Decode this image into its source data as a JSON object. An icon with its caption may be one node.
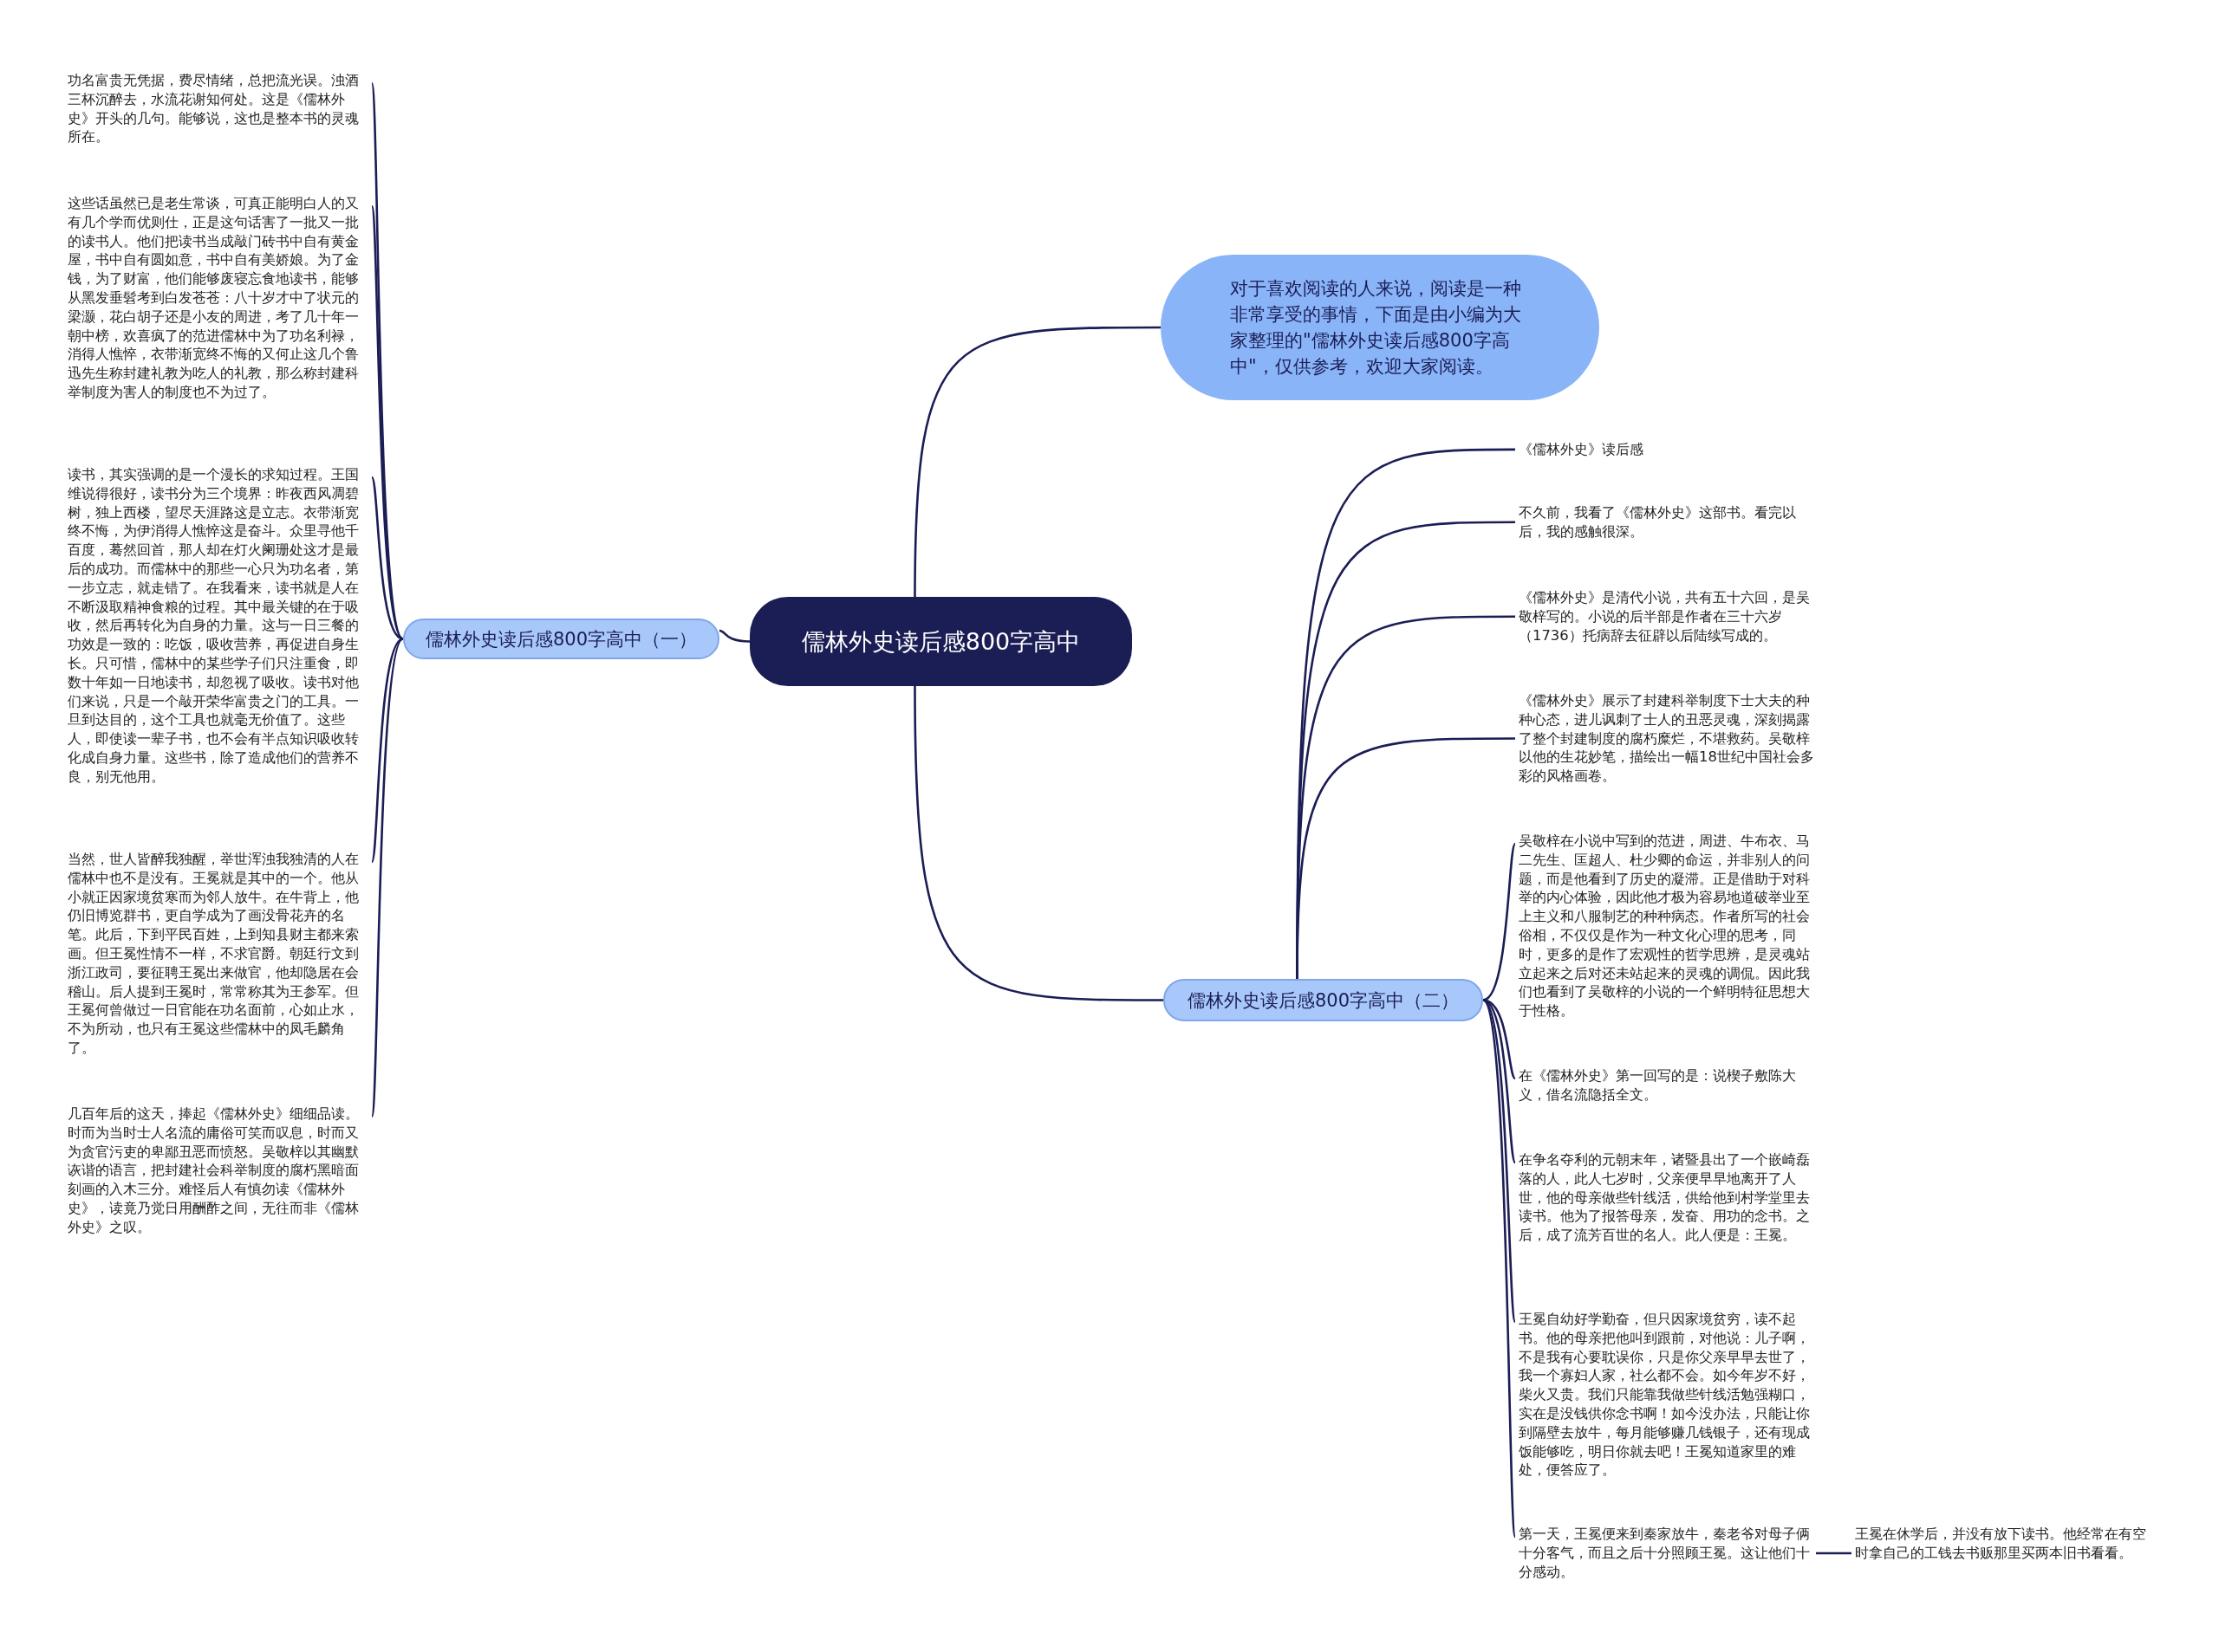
{
  "diagram": {
    "nodes": [
      {
        "text": [
          "儒林外史读后感800字高中"
        ]
      },
      {
        "text": [
          "对于喜欢阅读的人来说，阅读是一种非常享受的事情，下面是由小编为大家整理的\"儒林外史读后感800字高中\"，仅供参考，欢迎大家阅读。"
        ]
      },
      {
        "text": [
          "儒林外史读后感800字高中（一）"
        ]
      },
      {
        "text": [
          "功名富贵无凭据，费尽情绪，总把流光误。浊酒三杯沉醉去，水流花谢知何处。这是《儒林外史》开头的几句。能够说，这也是整本书的灵魂所在。"
        ]
      },
      {
        "text": [
          "这些话虽然已是老生常谈，可真正能明白人的又有几个学而优则仕，正是这句话害了一批又一批的读书人。他们把读书当成敲门砖书中自有黄金屋，书中自有圆如意，书中自有美娇娘。为了金钱，为了财富，他们能够废寝忘食地读书，能够从黑发垂髫考到白发苍苍：八十岁才中了状元的梁灏，花白胡子还是小友的周进，考了几十年一朝中榜，欢喜疯了的范进儒林中为了功名利禄，消得人憔悴，衣带渐宽终不悔的又何止这几个鲁迅先生称封建礼教为吃人的礼教，那么称封建科举制度为害人的制度也不为过了。"
        ]
      },
      {
        "text": [
          "读书，其实强调的是一个漫长的求知过程。王国维说得很好，读书分为三个境界：昨夜西风凋碧树，独上西楼，望尽天涯路这是立志。衣带渐宽终不悔，为伊消得人憔悴这是奋斗。众里寻他千百度，蓦然回首，那人却在灯火阑珊处这才是最后的成功。而儒林中的那些一心只为功名者，第一步立志，就走错了。在我看来，读书就是人在不断汲取精神食粮的过程。其中最关键的在于吸收，然后再转化为自身的力量。这与一日三餐的功效是一致的：吃饭，吸收营养，再促进自身生长。只可惜，儒林中的某些学子们只注重食，即数十年如一日地读书，却忽视了吸收。读书对他们来说，只是一个敲开荣华富贵之门的工具。一旦到达目的，这个工具也就毫无价值了。这些人，即使读一辈子书，也不会有半点知识吸收转化成自身力量。这些书，除了造成他们的营养不良，别无他用。"
        ]
      },
      {
        "text": [
          "当然，世人皆醉我独醒，举世浑浊我独清的人在儒林中也不是没有。王冕就是其中的一个。他从小就正因家境贫寒而为邻人放牛。在牛背上，他仍旧博览群书，更自学成为了画没骨花卉的名笔。此后，下到平民百姓，上到知县财主都来索画。但王冕性情不一样，不求官爵。朝廷行文到浙江政司，要征聘王冕出来做官，他却隐居在会稽山。后人提到王冕时，常常称其为王参军。但王冕何曾做过一日官能在功名面前，心如止水，不为所动，也只有王冕这些儒林中的凤毛麟角了。"
        ]
      },
      {
        "text": [
          "几百年后的这天，捧起《儒林外史》细细品读。时而为当时士人名流的庸俗可笑而叹息，时而又为贪官污吏的卑鄙丑恶而愤怒。吴敬梓以其幽默诙谐的语言，把封建社会科举制度的腐朽黑暗面刻画的入木三分。难怪后人有慎勿读《儒林外史》，读竟乃觉日用酬酢之间，无往而非《儒林外史》之叹。"
        ]
      },
      {
        "text": [
          "儒林外史读后感800字高中（二）"
        ]
      },
      {
        "text": [
          "《儒林外史》读后感"
        ]
      },
      {
        "text": [
          "不久前，我看了《儒林外史》这部书。看完以后，我的感触很深。"
        ]
      },
      {
        "text": [
          "《儒林外史》是清代小说，共有五十六回，是吴敬梓写的。小说的后半部是作者在三十六岁（1736）托病辞去征辟以后陆续写成的。"
        ]
      },
      {
        "text": [
          "《儒林外史》展示了封建科举制度下士大夫的种种心态，进儿讽刺了士人的丑恶灵魂，深刻揭露了整个封建制度的腐朽糜烂，不堪救药。吴敬梓以他的生花妙笔，描绘出一幅18世纪中国社会多彩的风格画卷。"
        ]
      },
      {
        "text": [
          "吴敬梓在小说中写到的范进，周进、牛布衣、马二先生、匡超人、杜少卿的命运，并非别人的问题，而是他看到了历史的凝滞。正是借助于对科举的内心体验，因此他才极为容易地道破举业至上主义和八服制艺的种种病态。作者所写的社会俗相，不仅仅是作为一种文化心理的思考，同时，更多的是作了宏观性的哲学思辨，是灵魂站立起来之后对还未站起来的灵魂的调侃。因此我们也看到了吴敬梓的小说的一个鲜明特征思想大于性格。"
        ]
      },
      {
        "text": [
          "在《儒林外史》第一回写的是：说楔子敷陈大义，借名流隐括全文。"
        ]
      },
      {
        "text": [
          "在争名夺利的元朝末年，诸暨县出了一个嵌崎磊落的人，此人七岁时，父亲便早早地离开了人世，他的母亲做些针线活，供给他到村学堂里去读书。他为了报答母亲，发奋、用功的念书。之后，成了流芳百世的名人。此人便是：王冕。"
        ]
      },
      {
        "text": [
          "王冕自幼好学勤奋，但只因家境贫穷，读不起书。他的母亲把他叫到跟前，对他说：儿子啊，不是我有心要耽误你，只是你父亲早早去世了，我一个寡妇人家，社么都不会。如今年岁不好，柴火又贵。我们只能靠我做些针线活勉强糊口，实在是没钱供你念书啊！如今没办法，只能让你到隔壁去放牛，每月能够赚几钱银子，还有现成饭能够吃，明日你就去吧！王冕知道家里的难处，便答应了。"
        ]
      },
      {
        "text": [
          "第一天，王冕便来到秦家放牛，秦老爷对母子俩十分客气，而且之后十分照顾王冕。这让他们十分感动。"
        ]
      },
      {
        "text": [
          "王冕在休学后，并没有放下读书。他经常在有空时拿自己的工钱去书贩那里买两本旧书看看。"
        ]
      }
    ],
    "edges": [
      {
        "from": 0,
        "to": 1,
        "arrow": "none"
      },
      {
        "from": 0,
        "to": 2,
        "arrow": "none"
      },
      {
        "from": 2,
        "to": 3,
        "arrow": "none"
      },
      {
        "from": 2,
        "to": 4,
        "arrow": "none"
      },
      {
        "from": 2,
        "to": 5,
        "arrow": "none"
      },
      {
        "from": 2,
        "to": 6,
        "arrow": "none"
      },
      {
        "from": 2,
        "to": 7,
        "arrow": "none"
      },
      {
        "from": 0,
        "to": 8,
        "arrow": "none"
      },
      {
        "from": 8,
        "to": 9,
        "arrow": "none"
      },
      {
        "from": 8,
        "to": 10,
        "arrow": "none"
      },
      {
        "from": 8,
        "to": 11,
        "arrow": "none"
      },
      {
        "from": 8,
        "to": 12,
        "arrow": "none"
      },
      {
        "from": 8,
        "to": 13,
        "arrow": "none"
      },
      {
        "from": 8,
        "to": 14,
        "arrow": "none"
      },
      {
        "from": 8,
        "to": 15,
        "arrow": "none"
      },
      {
        "from": 8,
        "to": 16,
        "arrow": "none"
      },
      {
        "from": 8,
        "to": 17,
        "arrow": "none"
      },
      {
        "from": 17,
        "to": 18,
        "arrow": "none"
      }
    ]
  }
}
